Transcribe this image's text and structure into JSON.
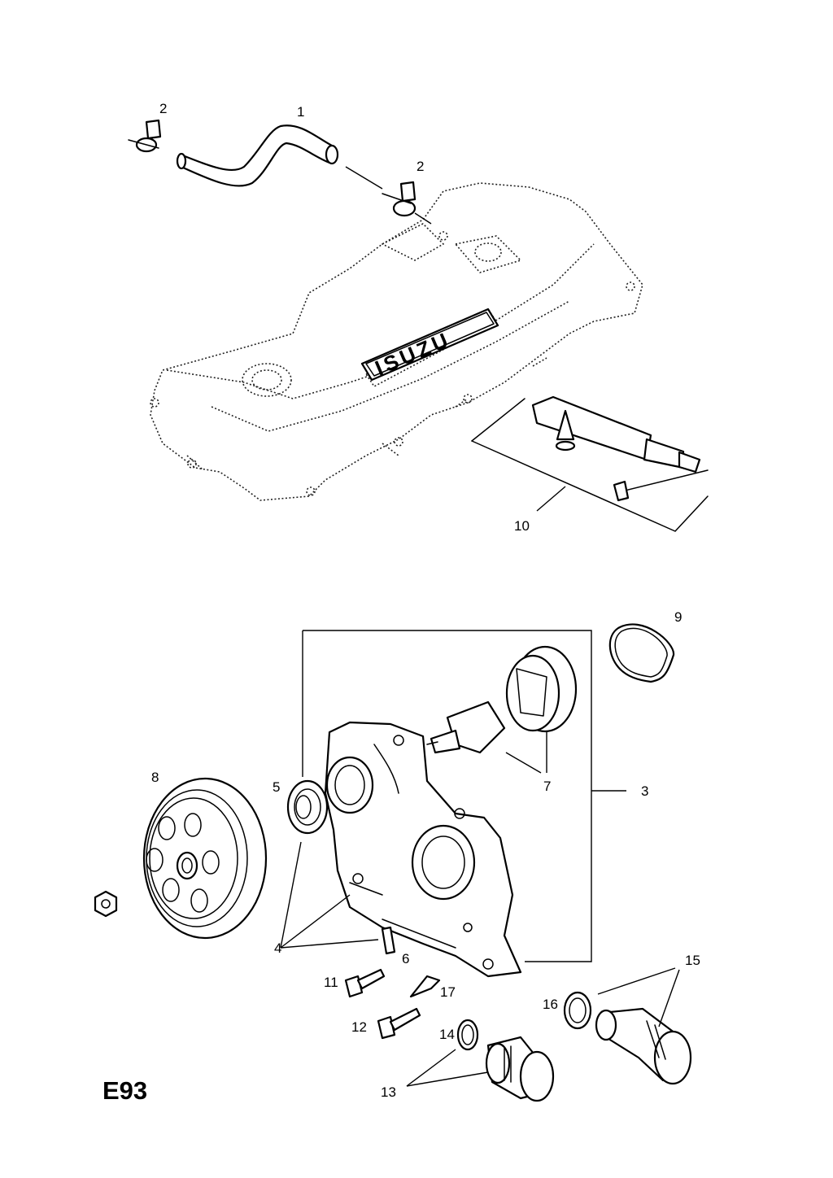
{
  "diagram_code": "E93",
  "cover_logo_text": "ISUZU",
  "callouts": [
    "1",
    "2",
    "2",
    "3",
    "4",
    "5",
    "6",
    "7",
    "8",
    "9",
    "10",
    "11",
    "12",
    "13",
    "14",
    "15",
    "16",
    "17"
  ]
}
